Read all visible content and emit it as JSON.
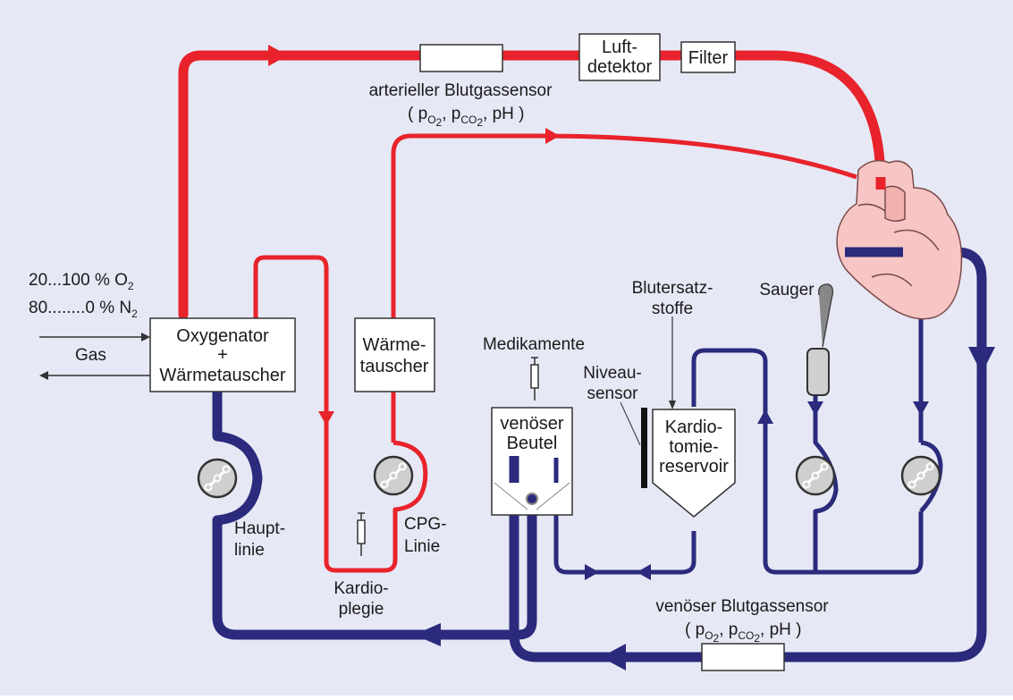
{
  "colors": {
    "background": "#e6e8f5",
    "arterial": "#e8232b",
    "venous": "#2b2a7c",
    "heart_fill": "#f7c6c4",
    "heart_stroke": "#7a4a4a",
    "box_fill": "#ffffff",
    "pump_fill": "#cfcfcf"
  },
  "gas": {
    "o2_line": "20...100 % O",
    "o2_sub": "2",
    "n2_line": "80........0 % N",
    "n2_sub": "2",
    "label": "Gas"
  },
  "boxes": {
    "oxygenator_line1": "Oxygenator",
    "oxygenator_line2": "+",
    "oxygenator_line3": "Wärmetauscher",
    "waermetauscher_line1": "Wärme-",
    "waermetauscher_line2": "tauscher",
    "luftdetektor_line1": "Luft-",
    "luftdetektor_line2": "detektor",
    "filter": "Filter",
    "venoeser_beutel_line1": "venöser",
    "venoeser_beutel_line2": "Beutel",
    "kardiotomie_line1": "Kardio-",
    "kardiotomie_line2": "tomie-",
    "kardiotomie_line3": "reservoir"
  },
  "labels": {
    "arterial_sensor_line1": "arterieller Blutgassensor",
    "arterial_sensor_open": "( p",
    "arterial_sensor_o2": "O",
    "arterial_sensor_o2_sub": "2",
    "arterial_sensor_mid": ", p",
    "arterial_sensor_co2": "CO",
    "arterial_sensor_co2_sub": "2",
    "arterial_sensor_close": ", pH )",
    "venous_sensor_line1": "venöser Blutgassensor",
    "venous_sensor_open": "( p",
    "venous_sensor_o2": "O",
    "venous_sensor_o2_sub": "2",
    "venous_sensor_mid": ", p",
    "venous_sensor_co2": "CO",
    "venous_sensor_co2_sub": "2",
    "venous_sensor_close": ", pH )",
    "hauptlinie_line1": "Haupt-",
    "hauptlinie_line2": "linie",
    "cpg_line1": "CPG-",
    "cpg_line2": "Linie",
    "kardioplegie_line1": "Kardio-",
    "kardioplegie_line2": "plegie",
    "medikamente": "Medikamente",
    "niveausensor_line1": "Niveau-",
    "niveausensor_line2": "sensor",
    "blutersatz_line1": "Blutersatz-",
    "blutersatz_line2": "stoffe",
    "sauger": "Sauger"
  }
}
